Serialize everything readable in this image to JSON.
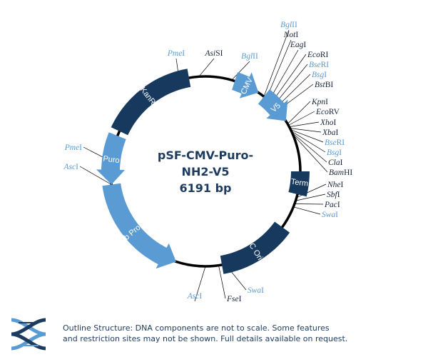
{
  "plasmid": {
    "name_line1": "pSF-CMV-Puro-",
    "name_line2": "NH2-V5",
    "size": "6191 bp"
  },
  "colors": {
    "light_feature": "#5a9bd4",
    "dark_feature": "#17395e",
    "backbone": "#000000",
    "site_blue": "#5a9bd4",
    "site_dark": "#17243a"
  },
  "features": [
    {
      "label": "CMV",
      "color": "#5a9bd4"
    },
    {
      "label": "V5",
      "color": "#5a9bd4"
    },
    {
      "label": "Term",
      "color": "#17395e"
    },
    {
      "label": "pUC Origin",
      "color": "#17395e"
    },
    {
      "label": "Ub Prom",
      "color": "#5a9bd4"
    },
    {
      "label": "Puro",
      "color": "#5a9bd4"
    },
    {
      "label": "KanR",
      "color": "#17395e"
    }
  ],
  "sites": [
    {
      "pre": "",
      "italic": "Pme",
      "post": "I",
      "color": "#5a9bd4"
    },
    {
      "pre": "",
      "italic": "Asi",
      "post": "SI",
      "color": "#17243a"
    },
    {
      "pre": "",
      "italic": "Bgl",
      "post": "II",
      "color": "#5a9bd4"
    },
    {
      "pre": "",
      "italic": "Bgl",
      "post": "II",
      "color": "#5a9bd4"
    },
    {
      "pre": "",
      "italic": "Not",
      "post": "I",
      "color": "#17243a"
    },
    {
      "pre": "",
      "italic": "Eag",
      "post": "I",
      "color": "#17243a"
    },
    {
      "pre": "",
      "italic": "Eco",
      "post": "RI",
      "color": "#17243a"
    },
    {
      "pre": "",
      "italic": "Bse",
      "post": "RI",
      "color": "#5a9bd4"
    },
    {
      "pre": "",
      "italic": "Bsg",
      "post": "I",
      "color": "#5a9bd4"
    },
    {
      "pre": "",
      "italic": "Bst",
      "post": "BI",
      "color": "#17243a"
    },
    {
      "pre": "",
      "italic": "Kpn",
      "post": "I",
      "color": "#17243a"
    },
    {
      "pre": "",
      "italic": "Eco",
      "post": "RV",
      "color": "#17243a"
    },
    {
      "pre": "",
      "italic": "Xho",
      "post": "I",
      "color": "#17243a"
    },
    {
      "pre": "",
      "italic": "Xba",
      "post": "I",
      "color": "#17243a"
    },
    {
      "pre": "",
      "italic": "Bse",
      "post": "RI",
      "color": "#5a9bd4"
    },
    {
      "pre": "",
      "italic": "Bsg",
      "post": "I",
      "color": "#5a9bd4"
    },
    {
      "pre": "",
      "italic": "Cla",
      "post": "I",
      "color": "#17243a"
    },
    {
      "pre": "",
      "italic": "Bam",
      "post": "HI",
      "color": "#17243a"
    },
    {
      "pre": "",
      "italic": "Nhe",
      "post": "I",
      "color": "#17243a"
    },
    {
      "pre": "",
      "italic": "Sbf",
      "post": "I",
      "color": "#17243a"
    },
    {
      "pre": "",
      "italic": "Pac",
      "post": "I",
      "color": "#17243a"
    },
    {
      "pre": "",
      "italic": "Swa",
      "post": "I",
      "color": "#5a9bd4"
    },
    {
      "pre": "",
      "italic": "Swa",
      "post": "I",
      "color": "#5a9bd4"
    },
    {
      "pre": "",
      "italic": "Fse",
      "post": "I",
      "color": "#17243a"
    },
    {
      "pre": "",
      "italic": "Asc",
      "post": "I",
      "color": "#5a9bd4"
    },
    {
      "pre": "",
      "italic": "Asc",
      "post": "I",
      "color": "#5a9bd4"
    },
    {
      "pre": "",
      "italic": "Pme",
      "post": "I",
      "color": "#5a9bd4"
    }
  ],
  "footer": {
    "line1": "Outline Structure: DNA components are not to scale. Some features",
    "line2": "and restriction sites may not be shown. Full details available on request."
  }
}
